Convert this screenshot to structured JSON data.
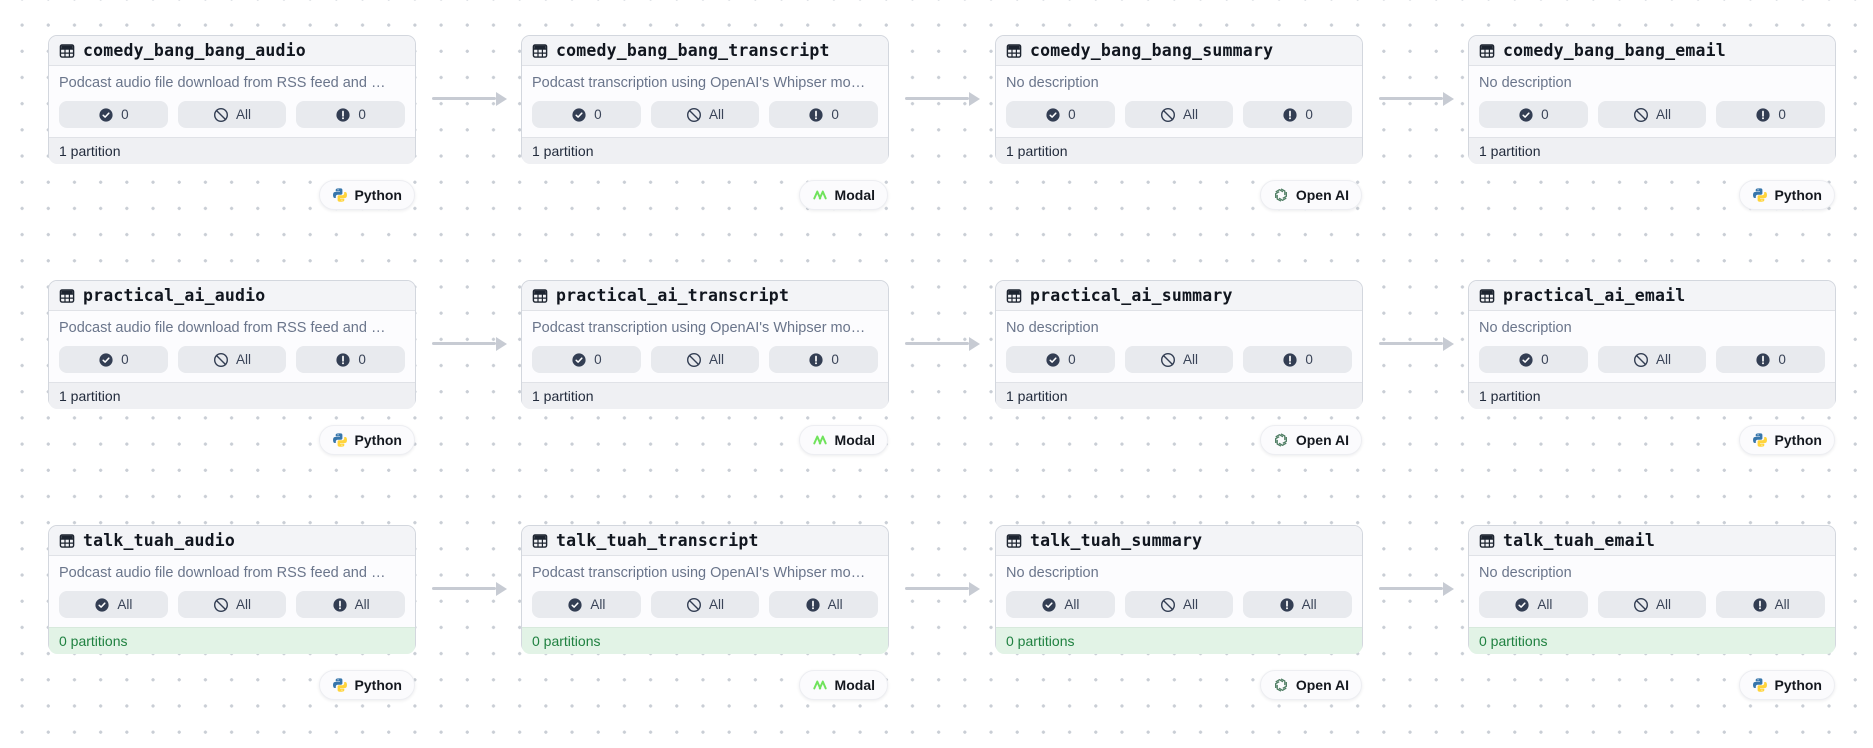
{
  "assets": [
    {
      "name": "comedy_bang_bang_audio",
      "description": "Podcast audio file download from RSS feed and …",
      "materialized": "0",
      "missing": "All",
      "failed": "0",
      "partitions": "1 partition",
      "partitions_state": "has",
      "tech": {
        "label": "Python",
        "icon": "python"
      },
      "row": 0,
      "col": 0
    },
    {
      "name": "comedy_bang_bang_transcript",
      "description": "Podcast transcription using OpenAI's Whipser mo…",
      "materialized": "0",
      "missing": "All",
      "failed": "0",
      "partitions": "1 partition",
      "partitions_state": "has",
      "tech": {
        "label": "Modal",
        "icon": "modal"
      },
      "row": 0,
      "col": 1
    },
    {
      "name": "comedy_bang_bang_summary",
      "description": "No description",
      "materialized": "0",
      "missing": "All",
      "failed": "0",
      "partitions": "1 partition",
      "partitions_state": "has",
      "tech": {
        "label": "Open AI",
        "icon": "openai"
      },
      "row": 0,
      "col": 2
    },
    {
      "name": "comedy_bang_bang_email",
      "description": "No description",
      "materialized": "0",
      "missing": "All",
      "failed": "0",
      "partitions": "1 partition",
      "partitions_state": "has",
      "tech": {
        "label": "Python",
        "icon": "python"
      },
      "row": 0,
      "col": 3
    },
    {
      "name": "practical_ai_audio",
      "description": "Podcast audio file download from RSS feed and …",
      "materialized": "0",
      "missing": "All",
      "failed": "0",
      "partitions": "1 partition",
      "partitions_state": "has",
      "tech": {
        "label": "Python",
        "icon": "python"
      },
      "row": 1,
      "col": 0
    },
    {
      "name": "practical_ai_transcript",
      "description": "Podcast transcription using OpenAI's Whipser mo…",
      "materialized": "0",
      "missing": "All",
      "failed": "0",
      "partitions": "1 partition",
      "partitions_state": "has",
      "tech": {
        "label": "Modal",
        "icon": "modal"
      },
      "row": 1,
      "col": 1
    },
    {
      "name": "practical_ai_summary",
      "description": "No description",
      "materialized": "0",
      "missing": "All",
      "failed": "0",
      "partitions": "1 partition",
      "partitions_state": "has",
      "tech": {
        "label": "Open AI",
        "icon": "openai"
      },
      "row": 1,
      "col": 2
    },
    {
      "name": "practical_ai_email",
      "description": "No description",
      "materialized": "0",
      "missing": "All",
      "failed": "0",
      "partitions": "1 partition",
      "partitions_state": "has",
      "tech": {
        "label": "Python",
        "icon": "python"
      },
      "row": 1,
      "col": 3
    },
    {
      "name": "talk_tuah_audio",
      "description": "Podcast audio file download from RSS feed and …",
      "materialized": "All",
      "missing": "All",
      "failed": "All",
      "partitions": "0 partitions",
      "partitions_state": "none",
      "tech": {
        "label": "Python",
        "icon": "python"
      },
      "row": 2,
      "col": 0
    },
    {
      "name": "talk_tuah_transcript",
      "description": "Podcast transcription using OpenAI's Whipser mo…",
      "materialized": "All",
      "missing": "All",
      "failed": "All",
      "partitions": "0 partitions",
      "partitions_state": "none",
      "tech": {
        "label": "Modal",
        "icon": "modal"
      },
      "row": 2,
      "col": 1
    },
    {
      "name": "talk_tuah_summary",
      "description": "No description",
      "materialized": "All",
      "missing": "All",
      "failed": "All",
      "partitions": "0 partitions",
      "partitions_state": "none",
      "tech": {
        "label": "Open AI",
        "icon": "openai"
      },
      "row": 2,
      "col": 2
    },
    {
      "name": "talk_tuah_email",
      "description": "No description",
      "materialized": "All",
      "missing": "All",
      "failed": "All",
      "partitions": "0 partitions",
      "partitions_state": "none",
      "tech": {
        "label": "Python",
        "icon": "python"
      },
      "row": 2,
      "col": 3
    }
  ],
  "edges": [
    [
      "comedy_bang_bang_audio",
      "comedy_bang_bang_transcript"
    ],
    [
      "comedy_bang_bang_transcript",
      "comedy_bang_bang_summary"
    ],
    [
      "comedy_bang_bang_summary",
      "comedy_bang_bang_email"
    ],
    [
      "practical_ai_audio",
      "practical_ai_transcript"
    ],
    [
      "practical_ai_transcript",
      "practical_ai_summary"
    ],
    [
      "practical_ai_summary",
      "practical_ai_email"
    ],
    [
      "talk_tuah_audio",
      "talk_tuah_transcript"
    ],
    [
      "talk_tuah_transcript",
      "talk_tuah_summary"
    ],
    [
      "talk_tuah_summary",
      "talk_tuah_email"
    ]
  ],
  "icons": {
    "asset": "table-icon",
    "materialized": "check-circle-icon",
    "missing": "slash-circle-icon",
    "failed": "alert-circle-icon"
  },
  "colors": {
    "python_blue": "#3776AB",
    "python_yellow": "#FFD43B",
    "modal_green": "#6FE35B",
    "openai_green": "#4E7D63",
    "pill_icon_navy": "#333E53",
    "partitions_empty_text": "#1F8140",
    "partitions_empty_bg": "#E2F3E6",
    "arrow_gray": "#C7CBD3"
  }
}
